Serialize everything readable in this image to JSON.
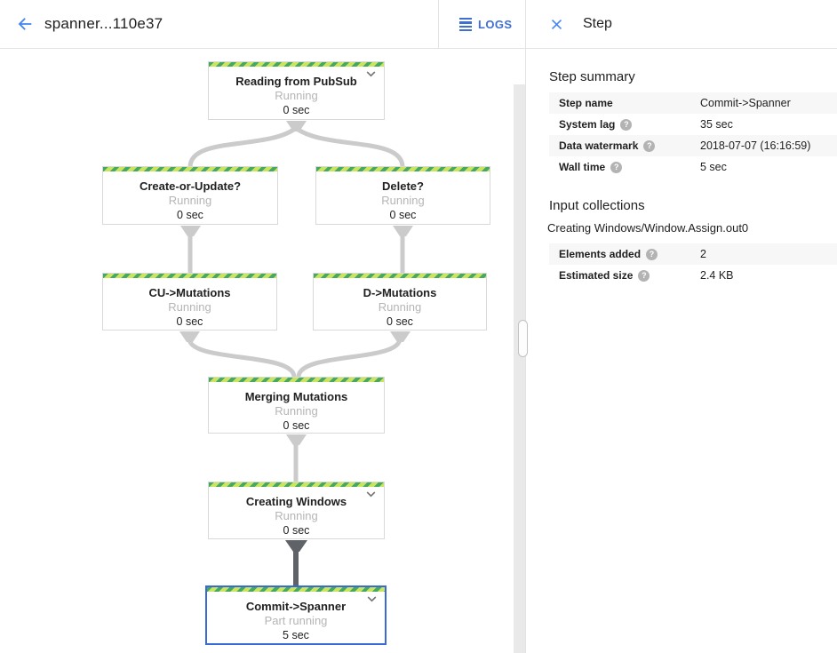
{
  "colors": {
    "accent_blue": "#4285f4",
    "logs_blue": "#3e6fd1",
    "selected_border": "#3b6ad6",
    "stripe_light": "#c9e45f",
    "stripe_dark": "#47a961",
    "edge": "#cbcbcb",
    "edge_dark": "#5f6368",
    "row_bg": "#f7f7f7",
    "border": "#e3e3e3",
    "text": "#212121",
    "muted": "#b5b5b5"
  },
  "icons": {
    "header_back": "arrow-left",
    "logs": "list-lines",
    "panel_close": "x-close",
    "node_expand": "chevron-down",
    "help": "question-mark-circle",
    "help_glyph": "?"
  },
  "header": {
    "title": "spanner...110e37",
    "logs_label": "LOGS"
  },
  "panel": {
    "title": "Step",
    "step_summary": {
      "heading": "Step summary",
      "rows": [
        {
          "label": "Step name",
          "value": "Commit->Spanner",
          "help": false
        },
        {
          "label": "System lag",
          "value": "35 sec",
          "help": true
        },
        {
          "label": "Data watermark",
          "value": "2018-07-07 (16:16:59)",
          "help": true
        },
        {
          "label": "Wall time",
          "value": "5 sec",
          "help": true
        }
      ]
    },
    "input_collections": {
      "heading": "Input collections",
      "collection_name": "Creating Windows/Window.Assign.out0",
      "rows": [
        {
          "label": "Elements added",
          "value": "2",
          "help": true
        },
        {
          "label": "Estimated size",
          "value": "2.4 KB",
          "help": true
        }
      ]
    }
  },
  "graph": {
    "nodes": [
      {
        "id": "reading-from-pubsub",
        "title": "Reading from PubSub",
        "status": "Running",
        "time": "0 sec",
        "expandable": true,
        "selected": false
      },
      {
        "id": "create-or-update",
        "title": "Create-or-Update?",
        "status": "Running",
        "time": "0 sec",
        "expandable": false,
        "selected": false
      },
      {
        "id": "delete",
        "title": "Delete?",
        "status": "Running",
        "time": "0 sec",
        "expandable": false,
        "selected": false
      },
      {
        "id": "cu-mutations",
        "title": "CU->Mutations",
        "status": "Running",
        "time": "0 sec",
        "expandable": false,
        "selected": false
      },
      {
        "id": "d-mutations",
        "title": "D->Mutations",
        "status": "Running",
        "time": "0 sec",
        "expandable": false,
        "selected": false
      },
      {
        "id": "merging-mutations",
        "title": "Merging Mutations",
        "status": "Running",
        "time": "0 sec",
        "expandable": false,
        "selected": false
      },
      {
        "id": "creating-windows",
        "title": "Creating Windows",
        "status": "Running",
        "time": "0 sec",
        "expandable": true,
        "selected": false
      },
      {
        "id": "commit-spanner",
        "title": "Commit->Spanner",
        "status": "Part running",
        "time": "5 sec",
        "expandable": true,
        "selected": true
      }
    ],
    "edges": [
      {
        "from": "reading-from-pubsub",
        "to": "create-or-update"
      },
      {
        "from": "reading-from-pubsub",
        "to": "delete"
      },
      {
        "from": "create-or-update",
        "to": "cu-mutations"
      },
      {
        "from": "delete",
        "to": "d-mutations"
      },
      {
        "from": "cu-mutations",
        "to": "merging-mutations"
      },
      {
        "from": "d-mutations",
        "to": "merging-mutations"
      },
      {
        "from": "merging-mutations",
        "to": "creating-windows"
      },
      {
        "from": "creating-windows",
        "to": "commit-spanner",
        "style": "dark"
      }
    ]
  }
}
